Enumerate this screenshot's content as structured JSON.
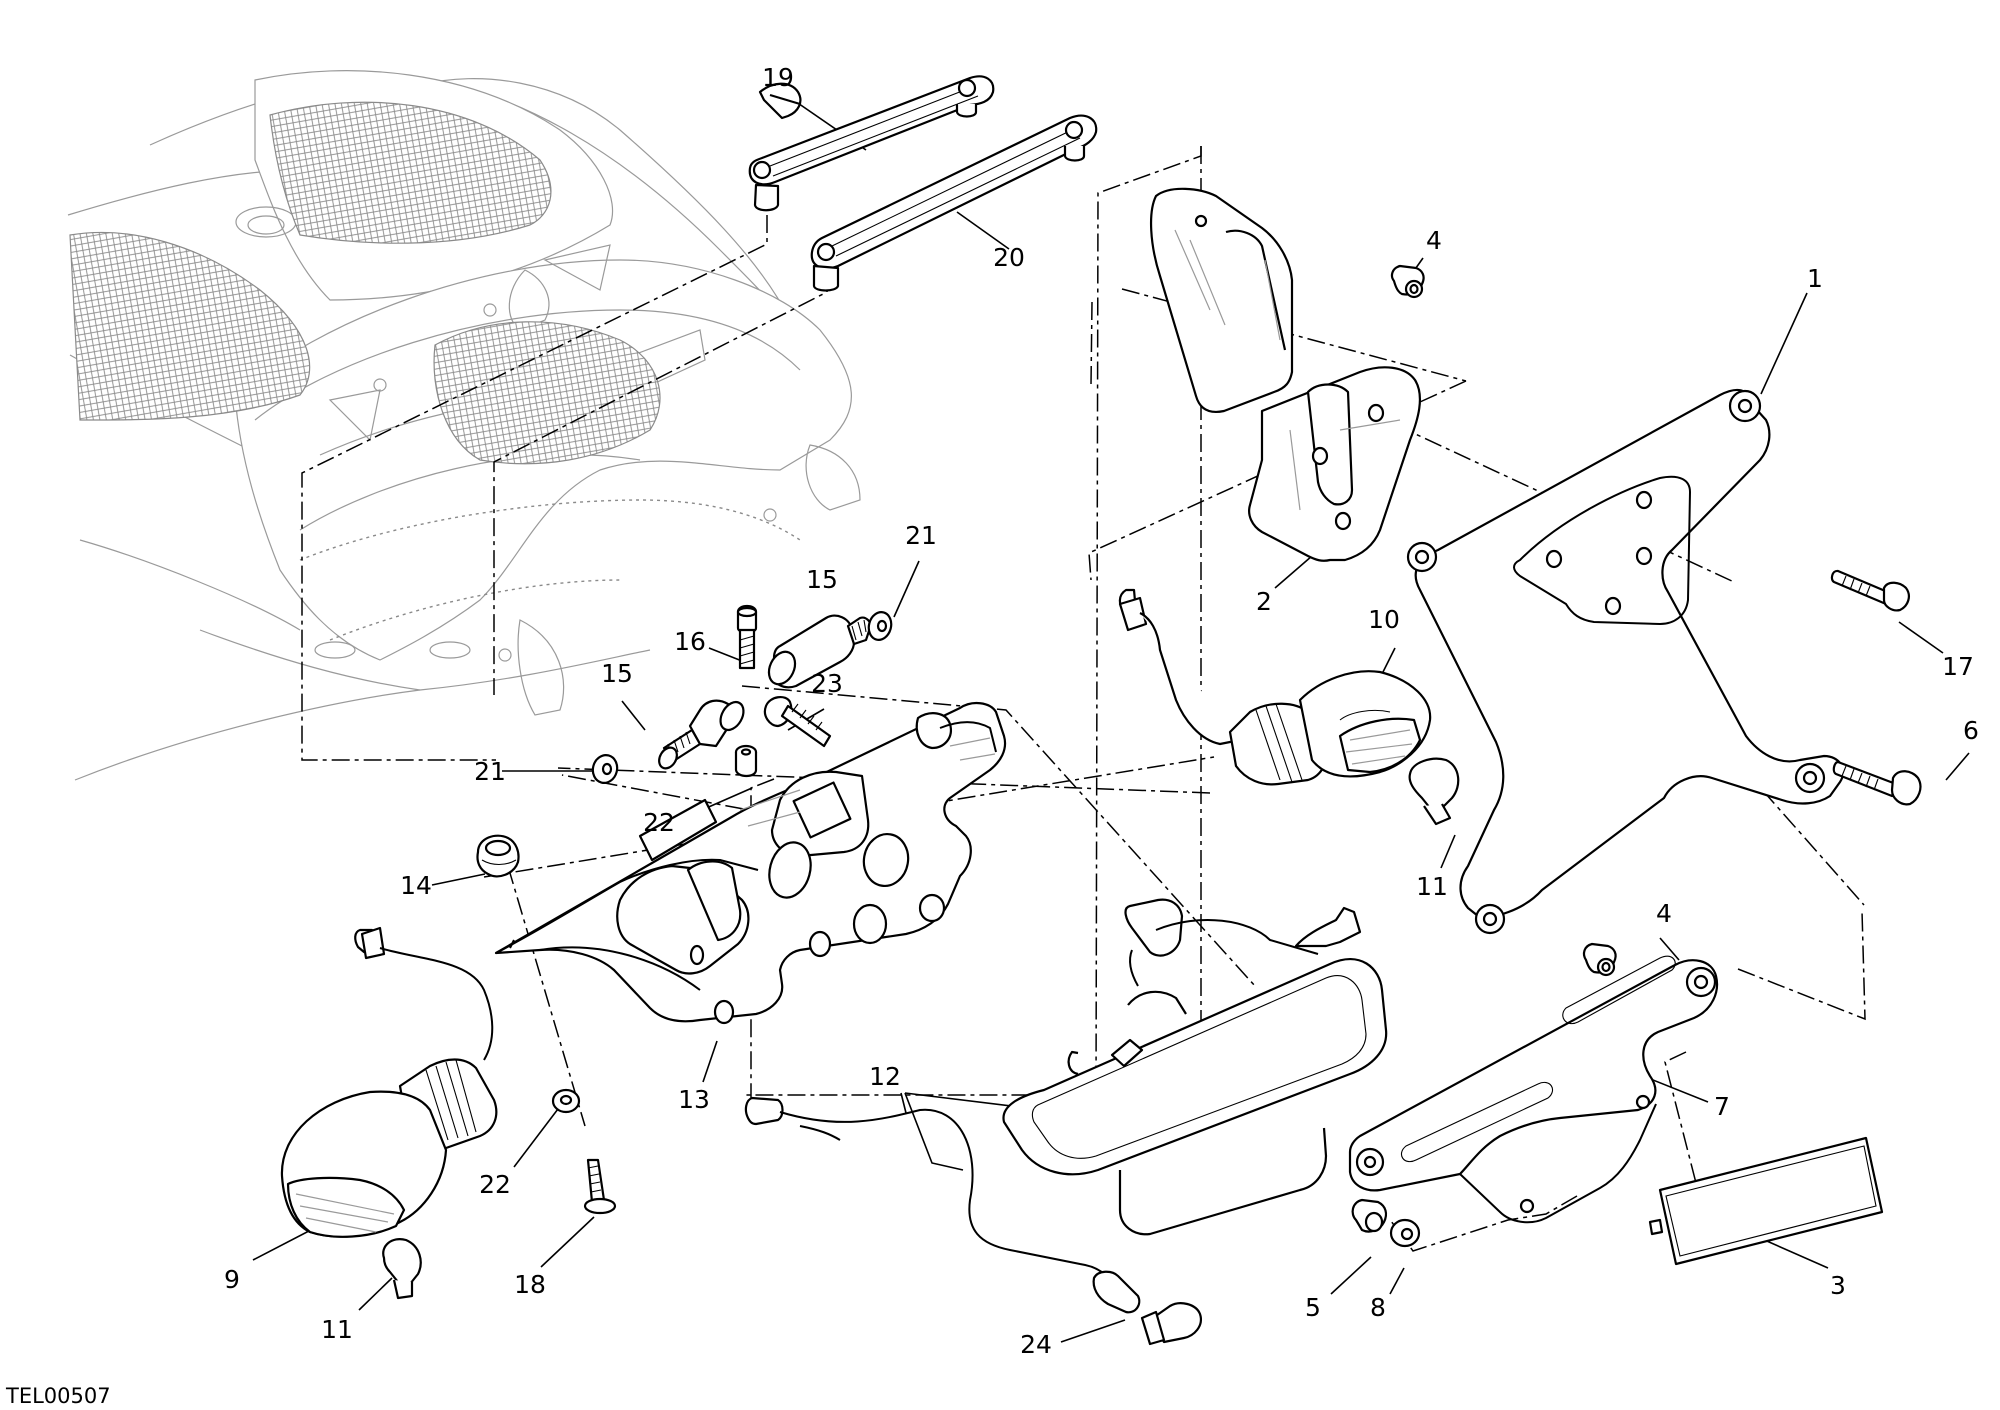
{
  "diagram": {
    "code": "TEL00507",
    "callouts": [
      {
        "id": "c19",
        "label": "19"
      },
      {
        "id": "c20",
        "label": "20"
      },
      {
        "id": "c4a",
        "label": "4"
      },
      {
        "id": "c1",
        "label": "1"
      },
      {
        "id": "c21a",
        "label": "21"
      },
      {
        "id": "c15a",
        "label": "15"
      },
      {
        "id": "c16",
        "label": "16"
      },
      {
        "id": "c2",
        "label": "2"
      },
      {
        "id": "c10",
        "label": "10"
      },
      {
        "id": "c17",
        "label": "17"
      },
      {
        "id": "c15b",
        "label": "15"
      },
      {
        "id": "c23",
        "label": "23"
      },
      {
        "id": "c21b",
        "label": "21"
      },
      {
        "id": "c22a",
        "label": "22"
      },
      {
        "id": "c6",
        "label": "6"
      },
      {
        "id": "c14",
        "label": "14"
      },
      {
        "id": "c11a",
        "label": "11"
      },
      {
        "id": "c4b",
        "label": "4"
      },
      {
        "id": "c13",
        "label": "13"
      },
      {
        "id": "c12",
        "label": "12"
      },
      {
        "id": "c7",
        "label": "7"
      },
      {
        "id": "c22b",
        "label": "22"
      },
      {
        "id": "c9",
        "label": "9"
      },
      {
        "id": "c18",
        "label": "18"
      },
      {
        "id": "c3",
        "label": "3"
      },
      {
        "id": "c5",
        "label": "5"
      },
      {
        "id": "c8",
        "label": "8"
      },
      {
        "id": "c11b",
        "label": "11"
      },
      {
        "id": "c24",
        "label": "24"
      }
    ]
  }
}
